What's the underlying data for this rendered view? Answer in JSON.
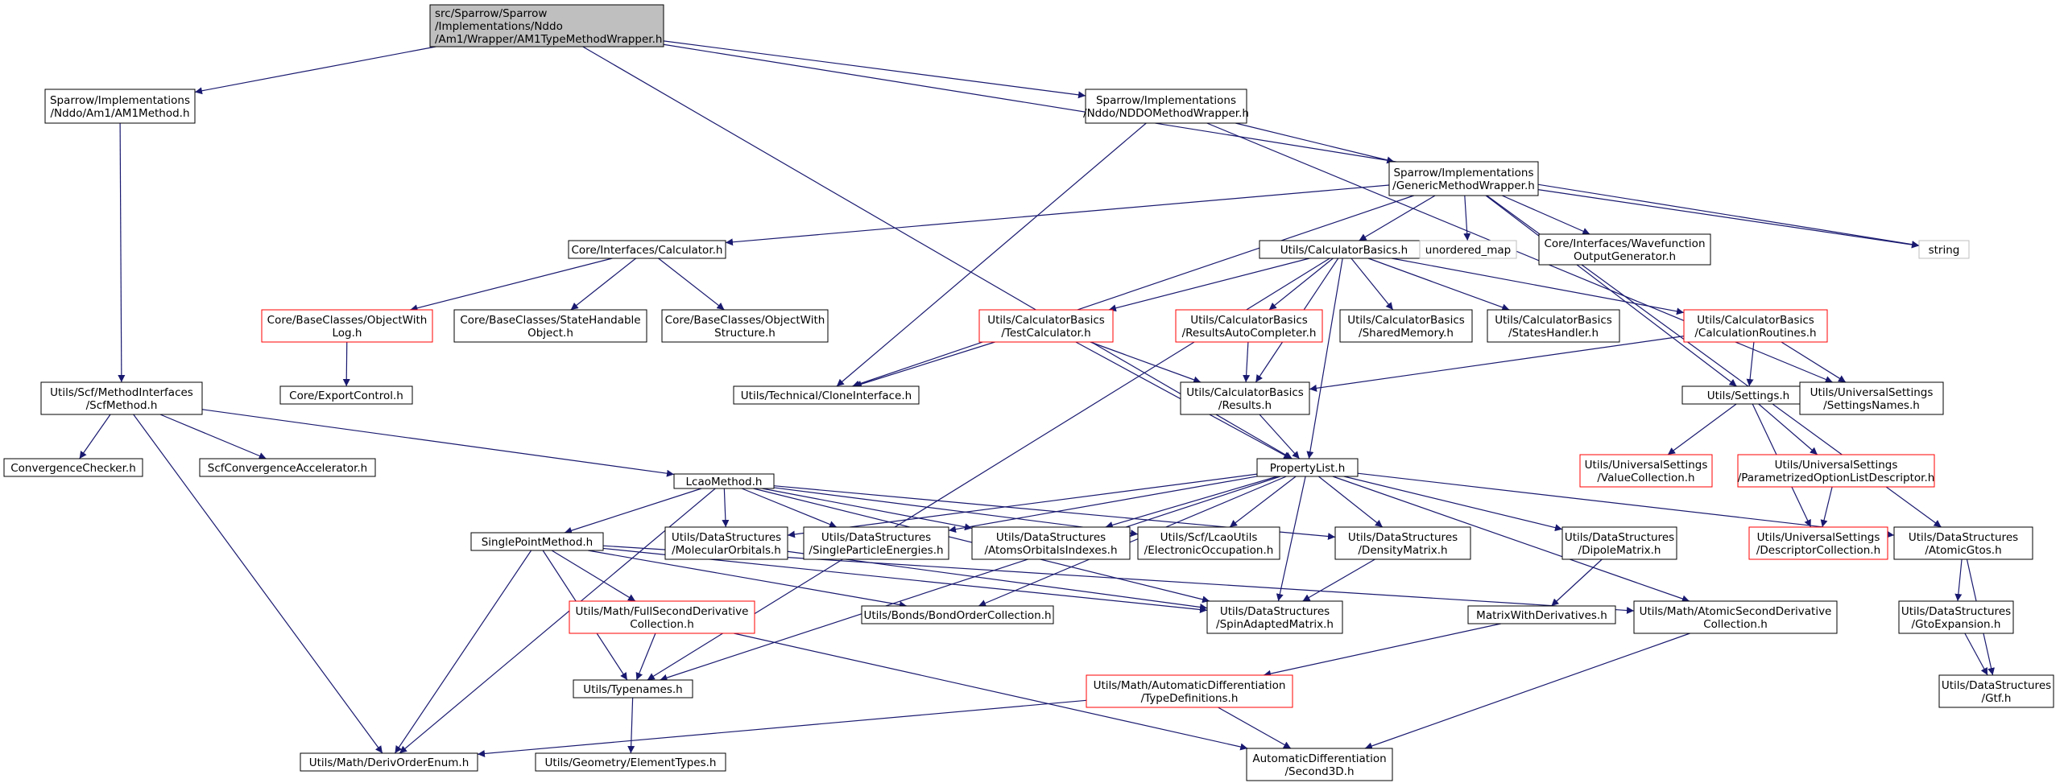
{
  "colors": {
    "edge": "#191970",
    "node_border_default": "#000000",
    "node_border_incomplete": "#ff0000",
    "node_border_external": "#bfbfbf",
    "root_fill": "#bfbfbf",
    "node_fill": "#ffffff"
  },
  "nodes": [
    {
      "id": "root",
      "style": "root",
      "lines": [
        "src/Sparrow/Sparrow",
        "/Implementations/Nddo",
        "/Am1/Wrapper/AM1TypeMethodWrapper.h"
      ]
    },
    {
      "id": "am1method",
      "style": "default",
      "lines": [
        "Sparrow/Implementations",
        "/Nddo/Am1/AM1Method.h"
      ]
    },
    {
      "id": "nddowrapper",
      "style": "default",
      "lines": [
        "Sparrow/Implementations",
        "/Nddo/NDDOMethodWrapper.h"
      ]
    },
    {
      "id": "genericwrapper",
      "style": "default",
      "lines": [
        "Sparrow/Implementations",
        "/GenericMethodWrapper.h"
      ]
    },
    {
      "id": "calculator",
      "style": "default",
      "lines": [
        "Core/Interfaces/Calculator.h"
      ]
    },
    {
      "id": "calcbasics",
      "style": "default",
      "lines": [
        "Utils/CalculatorBasics.h"
      ]
    },
    {
      "id": "unordered_map",
      "style": "external",
      "lines": [
        "unordered_map"
      ]
    },
    {
      "id": "wavefunction",
      "style": "default",
      "lines": [
        "Core/Interfaces/Wavefunction",
        "OutputGenerator.h"
      ]
    },
    {
      "id": "string",
      "style": "external",
      "lines": [
        "string"
      ]
    },
    {
      "id": "objwithlog",
      "style": "incomplete",
      "lines": [
        "Core/BaseClasses/ObjectWith",
        "Log.h"
      ]
    },
    {
      "id": "statehandable",
      "style": "default",
      "lines": [
        "Core/BaseClasses/StateHandable",
        "Object.h"
      ]
    },
    {
      "id": "objwithstructure",
      "style": "default",
      "lines": [
        "Core/BaseClasses/ObjectWith",
        "Structure.h"
      ]
    },
    {
      "id": "testcalc",
      "style": "incomplete",
      "lines": [
        "Utils/CalculatorBasics",
        "/TestCalculator.h"
      ]
    },
    {
      "id": "resultsauto",
      "style": "incomplete",
      "lines": [
        "Utils/CalculatorBasics",
        "/ResultsAutoCompleter.h"
      ]
    },
    {
      "id": "sharedmem",
      "style": "default",
      "lines": [
        "Utils/CalculatorBasics",
        "/SharedMemory.h"
      ]
    },
    {
      "id": "stateshandler",
      "style": "default",
      "lines": [
        "Utils/CalculatorBasics",
        "/StatesHandler.h"
      ]
    },
    {
      "id": "calcroutines",
      "style": "incomplete",
      "lines": [
        "Utils/CalculatorBasics",
        "/CalculationRoutines.h"
      ]
    },
    {
      "id": "exportcontrol",
      "style": "default",
      "lines": [
        "Core/ExportControl.h"
      ]
    },
    {
      "id": "scfmethod",
      "style": "default",
      "lines": [
        "Utils/Scf/MethodInterfaces",
        "/ScfMethod.h"
      ]
    },
    {
      "id": "cloneinterface",
      "style": "default",
      "lines": [
        "Utils/Technical/CloneInterface.h"
      ]
    },
    {
      "id": "results",
      "style": "default",
      "lines": [
        "Utils/CalculatorBasics",
        "/Results.h"
      ]
    },
    {
      "id": "settings",
      "style": "default",
      "lines": [
        "Utils/Settings.h"
      ]
    },
    {
      "id": "settingsnames",
      "style": "default",
      "lines": [
        "Utils/UniversalSettings",
        "/SettingsNames.h"
      ]
    },
    {
      "id": "convchecker",
      "style": "default",
      "lines": [
        "ConvergenceChecker.h"
      ]
    },
    {
      "id": "scfconvacc",
      "style": "default",
      "lines": [
        "ScfConvergenceAccelerator.h"
      ]
    },
    {
      "id": "lcaomethod",
      "style": "default",
      "lines": [
        "LcaoMethod.h"
      ]
    },
    {
      "id": "propertylist",
      "style": "default",
      "lines": [
        "PropertyList.h"
      ]
    },
    {
      "id": "valuecollection",
      "style": "incomplete",
      "lines": [
        "Utils/UniversalSettings",
        "/ValueCollection.h"
      ]
    },
    {
      "id": "paramoptlist",
      "style": "incomplete",
      "lines": [
        "Utils/UniversalSettings",
        "/ParametrizedOptionListDescriptor.h"
      ]
    },
    {
      "id": "singlepoint",
      "style": "default",
      "lines": [
        "SinglePointMethod.h"
      ]
    },
    {
      "id": "molorbitals",
      "style": "default",
      "lines": [
        "Utils/DataStructures",
        "/MolecularOrbitals.h"
      ]
    },
    {
      "id": "singlepartenergies",
      "style": "default",
      "lines": [
        "Utils/DataStructures",
        "/SingleParticleEnergies.h"
      ]
    },
    {
      "id": "atomsorbidx",
      "style": "default",
      "lines": [
        "Utils/DataStructures",
        "/AtomsOrbitalsIndexes.h"
      ]
    },
    {
      "id": "electronicocc",
      "style": "default",
      "lines": [
        "Utils/Scf/LcaoUtils",
        "/ElectronicOccupation.h"
      ]
    },
    {
      "id": "densitymatrix",
      "style": "default",
      "lines": [
        "Utils/DataStructures",
        "/DensityMatrix.h"
      ]
    },
    {
      "id": "dipolematrix",
      "style": "default",
      "lines": [
        "Utils/DataStructures",
        "/DipoleMatrix.h"
      ]
    },
    {
      "id": "descriptorcoll",
      "style": "incomplete",
      "lines": [
        "Utils/UniversalSettings",
        "/DescriptorCollection.h"
      ]
    },
    {
      "id": "atomicgtos",
      "style": "default",
      "lines": [
        "Utils/DataStructures",
        "/AtomicGtos.h"
      ]
    },
    {
      "id": "fullsecondderiv",
      "style": "incomplete",
      "lines": [
        "Utils/Math/FullSecondDerivative",
        "Collection.h"
      ]
    },
    {
      "id": "bondorder",
      "style": "default",
      "lines": [
        "Utils/Bonds/BondOrderCollection.h"
      ]
    },
    {
      "id": "spinadapted",
      "style": "default",
      "lines": [
        "Utils/DataStructures",
        "/SpinAdaptedMatrix.h"
      ]
    },
    {
      "id": "matrixwithderiv",
      "style": "default",
      "lines": [
        "MatrixWithDerivatives.h"
      ]
    },
    {
      "id": "atomicsecondderiv",
      "style": "default",
      "lines": [
        "Utils/Math/AtomicSecondDerivative",
        "Collection.h"
      ]
    },
    {
      "id": "gtoexpansion",
      "style": "default",
      "lines": [
        "Utils/DataStructures",
        "/GtoExpansion.h"
      ]
    },
    {
      "id": "typenames",
      "style": "default",
      "lines": [
        "Utils/Typenames.h"
      ]
    },
    {
      "id": "autodifftypedef",
      "style": "incomplete",
      "lines": [
        "Utils/Math/AutomaticDifferentiation",
        "/TypeDefinitions.h"
      ]
    },
    {
      "id": "gtf",
      "style": "default",
      "lines": [
        "Utils/DataStructures",
        "/Gtf.h"
      ]
    },
    {
      "id": "derivorderenum",
      "style": "default",
      "lines": [
        "Utils/Math/DerivOrderEnum.h"
      ]
    },
    {
      "id": "elementtypes",
      "style": "default",
      "lines": [
        "Utils/Geometry/ElementTypes.h"
      ]
    },
    {
      "id": "second3d",
      "style": "default",
      "lines": [
        "AutomaticDifferentiation",
        "/Second3D.h"
      ]
    }
  ],
  "edges": [
    [
      "root",
      "am1method"
    ],
    [
      "root",
      "nddowrapper"
    ],
    [
      "root",
      "string"
    ],
    [
      "root",
      "propertylist"
    ],
    [
      "am1method",
      "scfmethod"
    ],
    [
      "nddowrapper",
      "genericwrapper"
    ],
    [
      "nddowrapper",
      "cloneinterface"
    ],
    [
      "nddowrapper",
      "settingsnames"
    ],
    [
      "genericwrapper",
      "calculator"
    ],
    [
      "genericwrapper",
      "calcbasics"
    ],
    [
      "genericwrapper",
      "unordered_map"
    ],
    [
      "genericwrapper",
      "wavefunction"
    ],
    [
      "genericwrapper",
      "string"
    ],
    [
      "genericwrapper",
      "cloneinterface"
    ],
    [
      "genericwrapper",
      "settings"
    ],
    [
      "genericwrapper",
      "atomicgtos"
    ],
    [
      "calculator",
      "objwithlog"
    ],
    [
      "calculator",
      "statehandable"
    ],
    [
      "calculator",
      "objwithstructure"
    ],
    [
      "calcbasics",
      "testcalc"
    ],
    [
      "calcbasics",
      "resultsauto"
    ],
    [
      "calcbasics",
      "sharedmem"
    ],
    [
      "calcbasics",
      "stateshandler"
    ],
    [
      "calcbasics",
      "calcroutines"
    ],
    [
      "calcbasics",
      "results"
    ],
    [
      "calcbasics",
      "propertylist"
    ],
    [
      "calcbasics",
      "typenames"
    ],
    [
      "objwithlog",
      "exportcontrol"
    ],
    [
      "testcalc",
      "cloneinterface"
    ],
    [
      "testcalc",
      "results"
    ],
    [
      "testcalc",
      "propertylist"
    ],
    [
      "resultsauto",
      "results"
    ],
    [
      "calcroutines",
      "results"
    ],
    [
      "calcroutines",
      "settings"
    ],
    [
      "calcroutines",
      "settingsnames"
    ],
    [
      "results",
      "propertylist"
    ],
    [
      "settings",
      "valuecollection"
    ],
    [
      "settings",
      "paramoptlist"
    ],
    [
      "settings",
      "descriptorcoll"
    ],
    [
      "paramoptlist",
      "descriptorcoll"
    ],
    [
      "scfmethod",
      "convchecker"
    ],
    [
      "scfmethod",
      "scfconvacc"
    ],
    [
      "scfmethod",
      "lcaomethod"
    ],
    [
      "scfmethod",
      "derivorderenum"
    ],
    [
      "lcaomethod",
      "singlepoint"
    ],
    [
      "lcaomethod",
      "molorbitals"
    ],
    [
      "lcaomethod",
      "singlepartenergies"
    ],
    [
      "lcaomethod",
      "atomsorbidx"
    ],
    [
      "lcaomethod",
      "electronicocc"
    ],
    [
      "lcaomethod",
      "densitymatrix"
    ],
    [
      "lcaomethod",
      "spinadapted"
    ],
    [
      "lcaomethod",
      "derivorderenum"
    ],
    [
      "propertylist",
      "molorbitals"
    ],
    [
      "propertylist",
      "singlepartenergies"
    ],
    [
      "propertylist",
      "atomsorbidx"
    ],
    [
      "propertylist",
      "electronicocc"
    ],
    [
      "propertylist",
      "densitymatrix"
    ],
    [
      "propertylist",
      "dipolematrix"
    ],
    [
      "propertylist",
      "atomicgtos"
    ],
    [
      "propertylist",
      "bondorder"
    ],
    [
      "propertylist",
      "spinadapted"
    ],
    [
      "propertylist",
      "atomicsecondderiv"
    ],
    [
      "propertylist",
      "typenames"
    ],
    [
      "singlepoint",
      "fullsecondderiv"
    ],
    [
      "singlepoint",
      "bondorder"
    ],
    [
      "singlepoint",
      "spinadapted"
    ],
    [
      "singlepoint",
      "atomicsecondderiv"
    ],
    [
      "singlepoint",
      "typenames"
    ],
    [
      "singlepoint",
      "derivorderenum"
    ],
    [
      "molorbitals",
      "spinadapted"
    ],
    [
      "densitymatrix",
      "spinadapted"
    ],
    [
      "dipolematrix",
      "matrixwithderiv"
    ],
    [
      "atomicgtos",
      "gtoexpansion"
    ],
    [
      "atomicgtos",
      "gtf"
    ],
    [
      "fullsecondderiv",
      "typenames"
    ],
    [
      "fullsecondderiv",
      "second3d"
    ],
    [
      "matrixwithderiv",
      "autodifftypedef"
    ],
    [
      "atomicsecondderiv",
      "second3d"
    ],
    [
      "gtoexpansion",
      "gtf"
    ],
    [
      "typenames",
      "elementtypes"
    ],
    [
      "autodifftypedef",
      "derivorderenum"
    ],
    [
      "autodifftypedef",
      "second3d"
    ]
  ]
}
